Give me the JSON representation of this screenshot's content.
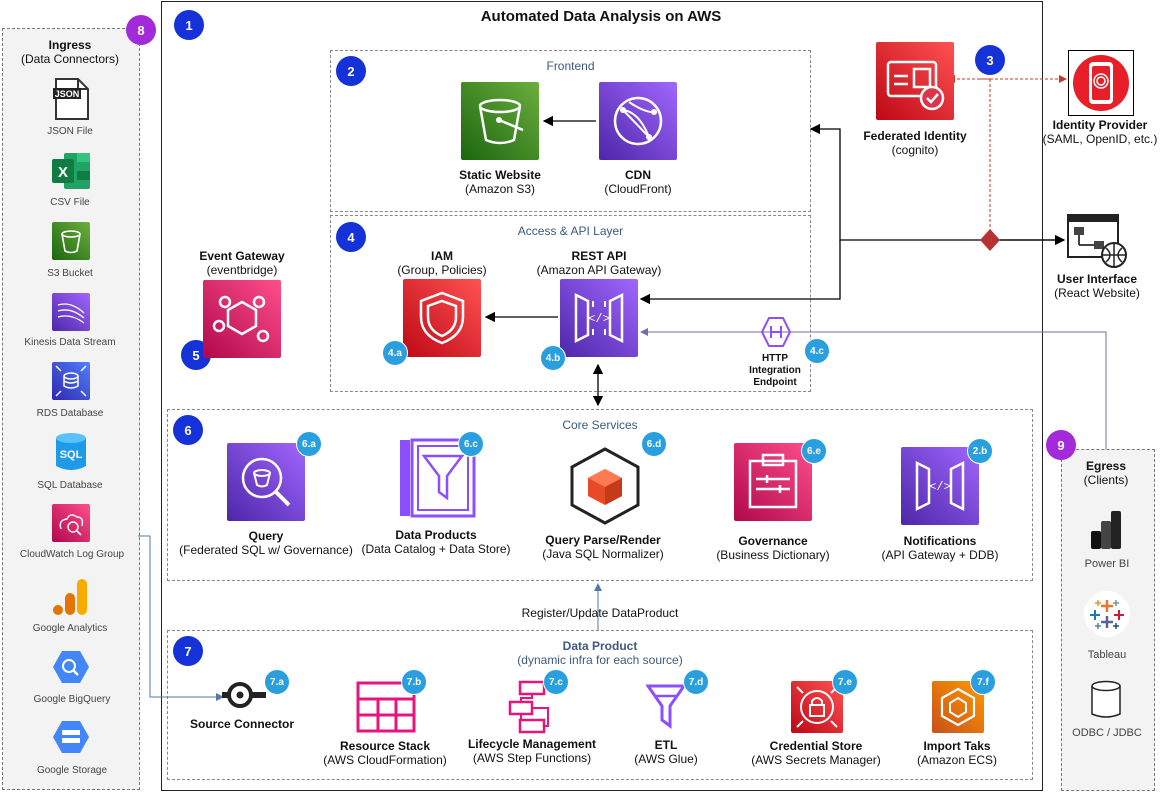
{
  "title": "Automated Data Analysis on AWS",
  "badges": {
    "b1": "1",
    "b2": "2",
    "b3": "3",
    "b4": "4",
    "b5": "5",
    "b6": "6",
    "b7": "7",
    "b8": "8",
    "b9": "9"
  },
  "sub_badges": {
    "s4a": "4.a",
    "s4b": "4.b",
    "s4c": "4.c",
    "s6a": "6.a",
    "s6c": "6.c",
    "s6d": "6.d",
    "s6e": "6.e",
    "s2b": "2.b",
    "s7a": "7.a",
    "s7b": "7.b",
    "s7c": "7.c",
    "s7d": "7.d",
    "s7e": "7.e",
    "s7f": "7.f"
  },
  "ingress": {
    "title": "Ingress",
    "subtitle": "(Data Connectors)",
    "items": [
      {
        "label": "JSON File",
        "icon": "json-file-icon"
      },
      {
        "label": "CSV File",
        "icon": "excel-icon"
      },
      {
        "label": "S3 Bucket",
        "icon": "s3-bucket-icon"
      },
      {
        "label": "Kinesis Data Stream",
        "icon": "kinesis-icon"
      },
      {
        "label": "RDS Database",
        "icon": "rds-icon"
      },
      {
        "label": "SQL Database",
        "icon": "sql-database-icon"
      },
      {
        "label": "CloudWatch Log Group",
        "icon": "cloudwatch-icon"
      },
      {
        "label": "Google Analytics",
        "icon": "google-analytics-icon"
      },
      {
        "label": "Google BigQuery",
        "icon": "bigquery-icon"
      },
      {
        "label": "Google Storage",
        "icon": "google-storage-icon"
      }
    ]
  },
  "egress": {
    "title": "Egress",
    "subtitle": "(Clients)",
    "items": [
      {
        "label": "Power BI",
        "icon": "power-bi-icon"
      },
      {
        "label": "Tableau",
        "icon": "tableau-icon"
      },
      {
        "label": "ODBC / JDBC",
        "icon": "database-cylinder-icon"
      }
    ]
  },
  "frontend": {
    "title": "Frontend",
    "static_website": {
      "name": "Static Website",
      "sub": "(Amazon S3)"
    },
    "cdn": {
      "name": "CDN",
      "sub": "(CloudFront)"
    }
  },
  "access": {
    "title": "Access & API Layer",
    "iam": {
      "name": "IAM",
      "sub": "(Group, Policies)"
    },
    "rest_api": {
      "name": "REST API",
      "sub": "(Amazon API Gateway)"
    },
    "http": {
      "line1": "HTTP",
      "line2": "Integration",
      "line3": "Endpoint"
    }
  },
  "federated": {
    "name": "Federated Identity",
    "sub": "(cognito)"
  },
  "idp": {
    "name": "Identity Provider",
    "sub": "(SAML, OpenID, etc.)"
  },
  "ui": {
    "name": "User Interface",
    "sub": "(React Website)"
  },
  "event_gateway": {
    "name": "Event Gateway",
    "sub": "(eventbridge)"
  },
  "core": {
    "title": "Core Services",
    "query": {
      "name": "Query",
      "sub": "(Federated SQL w/ Governance)"
    },
    "data_products": {
      "name": "Data Products",
      "sub": "(Data Catalog + Data Store)"
    },
    "parse": {
      "name": "Query Parse/Render",
      "sub": "(Java SQL Normalizer)"
    },
    "governance": {
      "name": "Governance",
      "sub": "(Business Dictionary)"
    },
    "notifications": {
      "name": "Notifications",
      "sub": "(API Gateway + DDB)"
    }
  },
  "register_label": "Register/Update DataProduct",
  "data_product": {
    "title": "Data Product",
    "subtitle": "(dynamic infra for each source)",
    "source_connector": {
      "name": "Source Connector"
    },
    "resource_stack": {
      "name": "Resource Stack",
      "sub": "(AWS CloudFormation)"
    },
    "lifecycle": {
      "name": "Lifecycle Management",
      "sub": "(AWS Step Functions)"
    },
    "etl": {
      "name": "ETL",
      "sub": "(AWS Glue)"
    },
    "credential": {
      "name": "Credential Store",
      "sub": "(AWS Secrets Manager)"
    },
    "import": {
      "name": "Import Taks",
      "sub": "(Amazon ECS)"
    }
  },
  "colors": {
    "badge_blue": "#1531d8",
    "badge_purple": "#a32ad8",
    "sub_badge": "#2a9fe0",
    "dashed_red": "#c0392b",
    "aws_purple": "#8c4fff",
    "aws_green": "#3f8624",
    "aws_red": "#dd344c",
    "aws_pink": "#e7157b",
    "aws_orange": "#ed7100"
  }
}
